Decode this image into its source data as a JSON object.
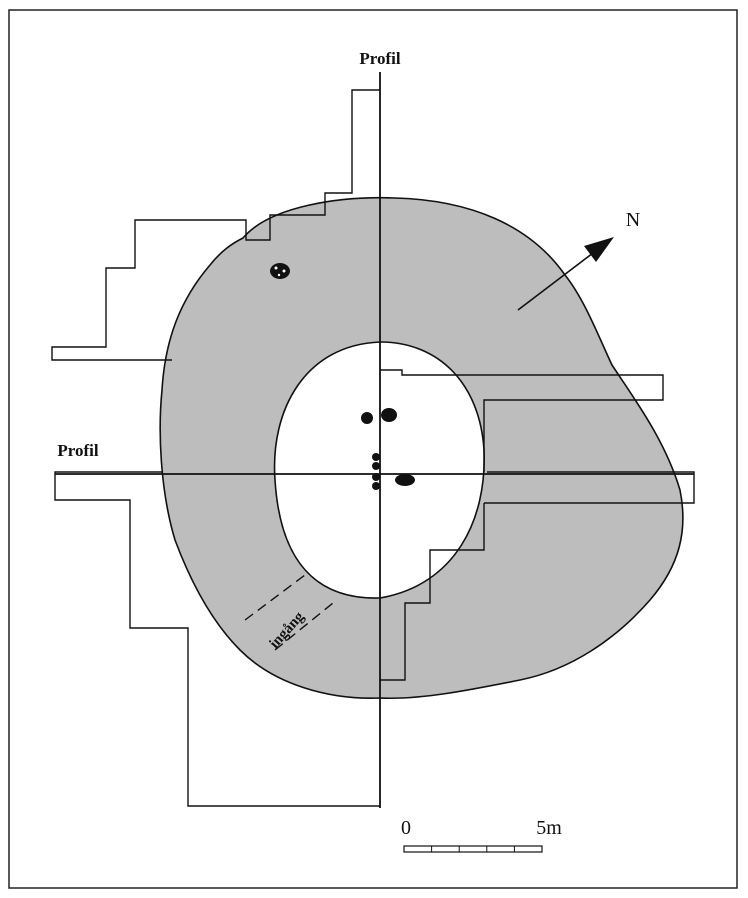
{
  "labels": {
    "profile_vertical": "Profil",
    "profile_horizontal": "Profil",
    "north": "N",
    "entrance": "ingång",
    "scale_start": "0",
    "scale_end": "5m"
  },
  "colors": {
    "mound_fill": "#bdbdbd",
    "ink": "#111111",
    "paper": "#ffffff"
  }
}
